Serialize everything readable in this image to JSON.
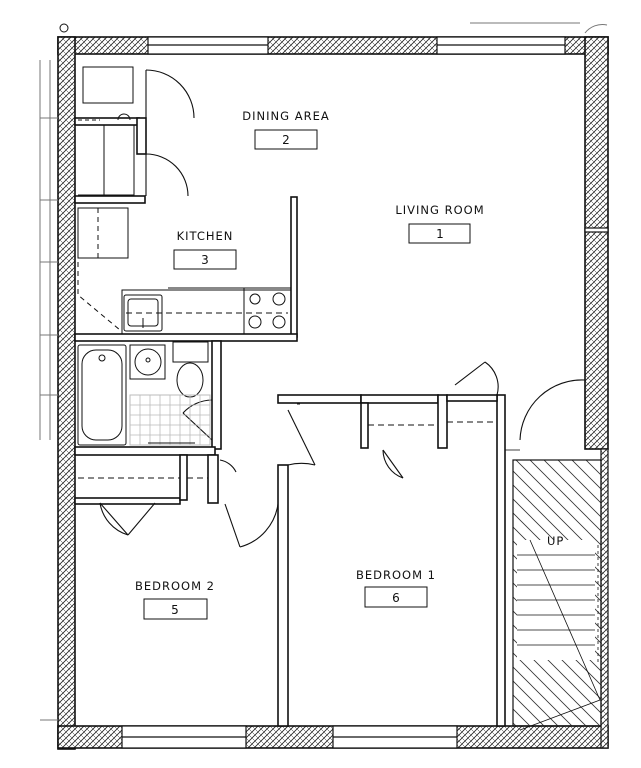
{
  "rooms": [
    {
      "key": "dining",
      "name": "DINING AREA",
      "number": "2"
    },
    {
      "key": "living",
      "name": "LIVING ROOM",
      "number": "1"
    },
    {
      "key": "kitchen",
      "name": "KITCHEN",
      "number": "3"
    },
    {
      "key": "bed2",
      "name": "BEDROOM 2",
      "number": "5"
    },
    {
      "key": "bed1",
      "name": "BEDROOM 1",
      "number": "6"
    }
  ],
  "stair": {
    "label": "UP"
  },
  "colors": {
    "wall_line": "#111111",
    "hatch": "#333333",
    "background": "#ffffff",
    "light_fixture": "#bbbbbb"
  }
}
